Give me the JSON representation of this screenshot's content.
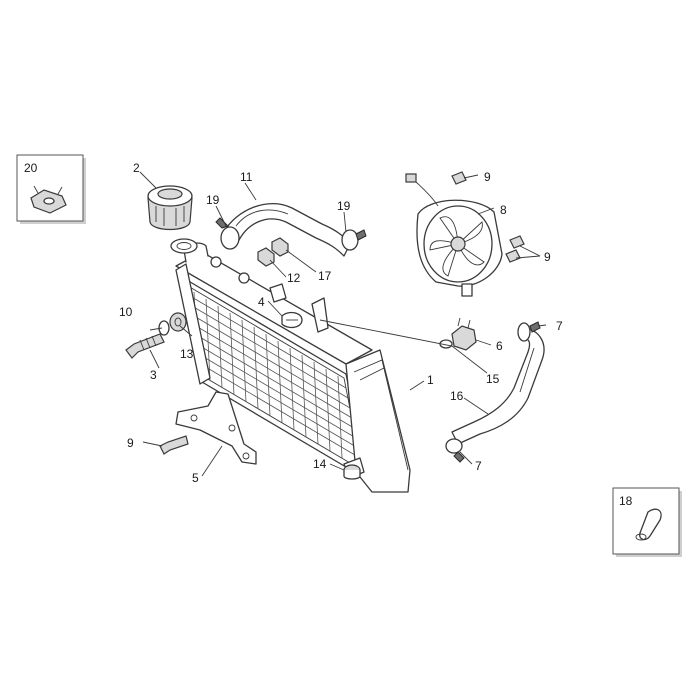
{
  "callouts": {
    "c1": "1",
    "c2": "2",
    "c3": "3",
    "c4": "4",
    "c5": "5",
    "c6": "6",
    "c7a": "7",
    "c7b": "7",
    "c8": "8",
    "c9a": "9",
    "c9b": "9",
    "c9c": "9",
    "c10": "10",
    "c11": "11",
    "c12": "12",
    "c13": "13",
    "c14": "14",
    "c15": "15",
    "c16": "16",
    "c17": "17",
    "c18": "18",
    "c19a": "19",
    "c19b": "19",
    "c20": "20"
  },
  "colors": {
    "line": "#3a3a3a",
    "background": "#ffffff"
  }
}
